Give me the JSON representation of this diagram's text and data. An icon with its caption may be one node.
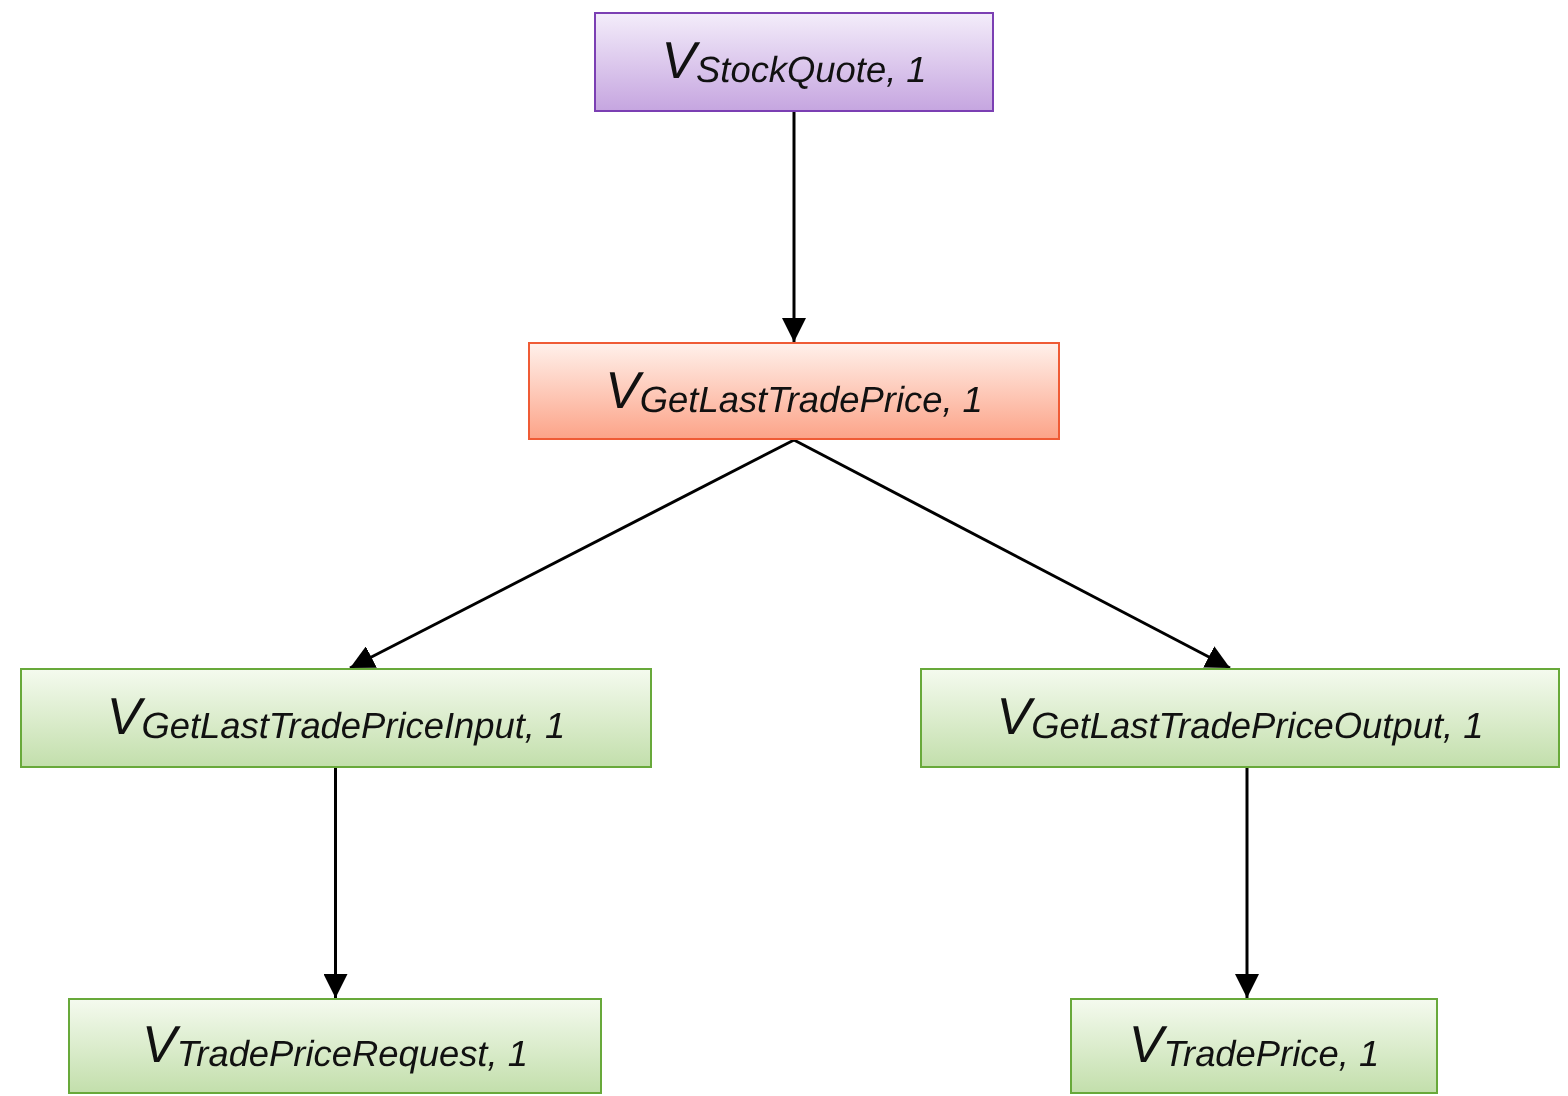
{
  "diagram": {
    "nodes": [
      {
        "text": [
          "V$_{StockQuote, 1}$"
        ]
      },
      {
        "text": [
          "V$_{GetLastTradePrice, 1}$"
        ]
      },
      {
        "text": [
          "V$_{GetLastTradePriceInput, 1}$"
        ]
      },
      {
        "text": [
          "V$_{GetLastTradePriceOutput, 1}$"
        ]
      },
      {
        "text": [
          "V$_{TradePriceRequest, 1}$"
        ]
      },
      {
        "text": [
          "V$_{TradePrice, 1}$"
        ]
      }
    ],
    "edges": [
      {
        "from": 0,
        "to": 1,
        "arrow": "to"
      },
      {
        "from": 1,
        "to": 2,
        "arrow": "to"
      },
      {
        "from": 1,
        "to": 3,
        "arrow": "to"
      },
      {
        "from": 2,
        "to": 4,
        "arrow": "to"
      },
      {
        "from": 3,
        "to": 5,
        "arrow": "to"
      }
    ]
  }
}
